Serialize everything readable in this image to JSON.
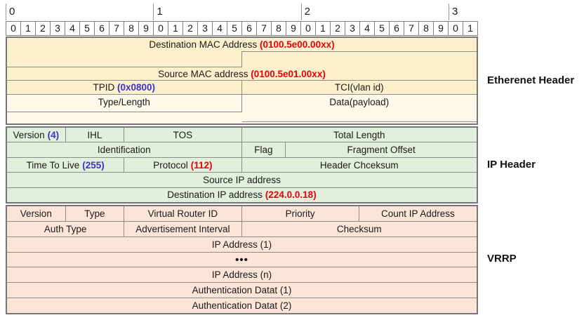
{
  "colors": {
    "red": "#e8000d",
    "blue": "#3b32c8"
  },
  "ruler": {
    "tens": [
      {
        "label": "0",
        "bit": 0
      },
      {
        "label": "1",
        "bit": 10
      },
      {
        "label": "2",
        "bit": 20
      },
      {
        "label": "3",
        "bit": 30
      }
    ],
    "bits": [
      "0",
      "1",
      "2",
      "3",
      "4",
      "5",
      "6",
      "7",
      "8",
      "9",
      "0",
      "1",
      "2",
      "3",
      "4",
      "5",
      "6",
      "7",
      "8",
      "9",
      "0",
      "1",
      "2",
      "3",
      "4",
      "5",
      "6",
      "7",
      "8",
      "9",
      "0",
      "1"
    ]
  },
  "ethernet": {
    "section_label": "Etherenet Header",
    "dest_mac": {
      "text": "Destination MAC Address",
      "value": "(0100.5e00.00xx)",
      "value_color": "red"
    },
    "src_mac": {
      "text": "Source MAC address",
      "value": "(0100.5e01.00xx)",
      "value_color": "red"
    },
    "tpid": {
      "text": "TPID",
      "value": "(0x0800)",
      "value_color": "blue"
    },
    "tci": {
      "text": "TCI(vlan id)"
    },
    "type_length": {
      "text": "Type/Length"
    },
    "data_payload": {
      "text": "Data(payload)"
    }
  },
  "ip": {
    "section_label": "IP Header",
    "rows": [
      {
        "cells": [
          {
            "text": "Version",
            "value": "(4)",
            "value_color": "blue",
            "bits": 4
          },
          {
            "text": "IHL",
            "bits": 4
          },
          {
            "text": "TOS",
            "bits": 8
          },
          {
            "text": "Total Length",
            "bits": 16
          }
        ]
      },
      {
        "cells": [
          {
            "text": "Identification",
            "bits": 16
          },
          {
            "text": "Flag",
            "bits": 3
          },
          {
            "text": "Fragment Offset",
            "bits": 13
          }
        ]
      },
      {
        "cells": [
          {
            "text": "Time To Live",
            "value": "(255)",
            "value_color": "blue",
            "bits": 8
          },
          {
            "text": "Protocol",
            "value": "(112)",
            "value_color": "red",
            "bits": 8
          },
          {
            "text": "Header Chceksum",
            "bits": 16
          }
        ]
      },
      {
        "cells": [
          {
            "text": "Source IP address",
            "bits": 32
          }
        ]
      },
      {
        "cells": [
          {
            "text": "Destination IP address",
            "value": "(224.0.0.18)",
            "value_color": "red",
            "bits": 32
          }
        ]
      }
    ]
  },
  "vrrp": {
    "section_label": "VRRP",
    "rows": [
      {
        "cells": [
          {
            "text": "Version",
            "bits": 4
          },
          {
            "text": "Type",
            "bits": 4
          },
          {
            "text": "Virtual Router ID",
            "bits": 8
          },
          {
            "text": "Priority",
            "bits": 8
          },
          {
            "text": "Count IP Address",
            "bits": 8
          }
        ]
      },
      {
        "cells": [
          {
            "text": "Auth Type",
            "bits": 8
          },
          {
            "text": "Advertisement Interval",
            "bits": 8
          },
          {
            "text": "Checksum",
            "bits": 16
          }
        ]
      },
      {
        "cells": [
          {
            "text": "IP Address (1)",
            "bits": 32
          }
        ]
      },
      {
        "cells": [
          {
            "text": "•••",
            "bits": 32,
            "bold": true
          }
        ]
      },
      {
        "cells": [
          {
            "text": "IP Address (n)",
            "bits": 32
          }
        ]
      },
      {
        "cells": [
          {
            "text": "Authentication Datat (1)",
            "bits": 32
          }
        ]
      },
      {
        "cells": [
          {
            "text": "Authentication Datat (2)",
            "bits": 32
          }
        ]
      }
    ]
  }
}
